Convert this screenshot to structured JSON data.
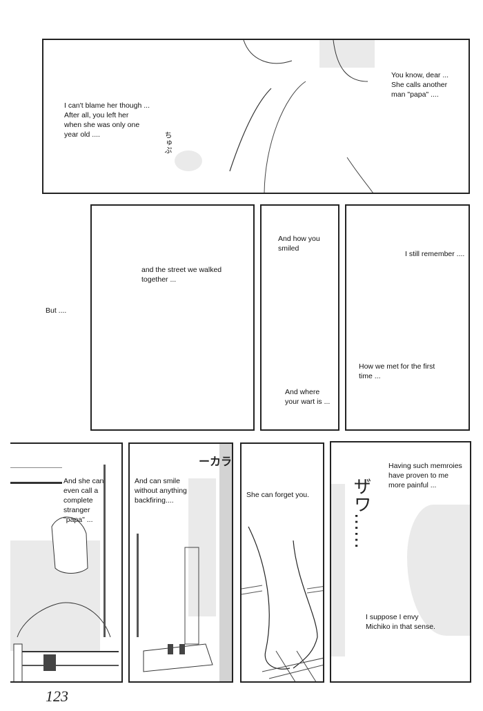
{
  "page": {
    "page_number": "123"
  },
  "panels": {
    "p1": {
      "left_text": "I can't blame her though ...\nAfter all, you left her\nwhen she was only one\nyear old ....",
      "right_text": "You know, dear ...\n  She calls another\nman \"papa\" ....",
      "sfx": "ちゅぷ"
    },
    "outside_text": "But ....",
    "p2": {
      "text": "and the street we walked\ntogether ..."
    },
    "p3": {
      "top_text": "And how you\nsmiled",
      "bottom_text": "And where\nyour wart is ..."
    },
    "p4": {
      "top_text": "I still remember ....",
      "bottom_text": "How we met for the first\ntime ..."
    },
    "p5": {
      "text": "And she can\neven call a\ncomplete\nstranger\n\"papa\" ..."
    },
    "p6": {
      "text": "And can smile\nwithout anything\nbackfiring....",
      "sfx": "ーカラ"
    },
    "p7": {
      "text": "She can forget you."
    },
    "p8": {
      "top_text": "Having such memroies\nhave proven to me\nmore painful  ...",
      "bottom_text": "I suppose I envy\nMichiko in that sense.",
      "sfx": "ザワ……"
    }
  }
}
